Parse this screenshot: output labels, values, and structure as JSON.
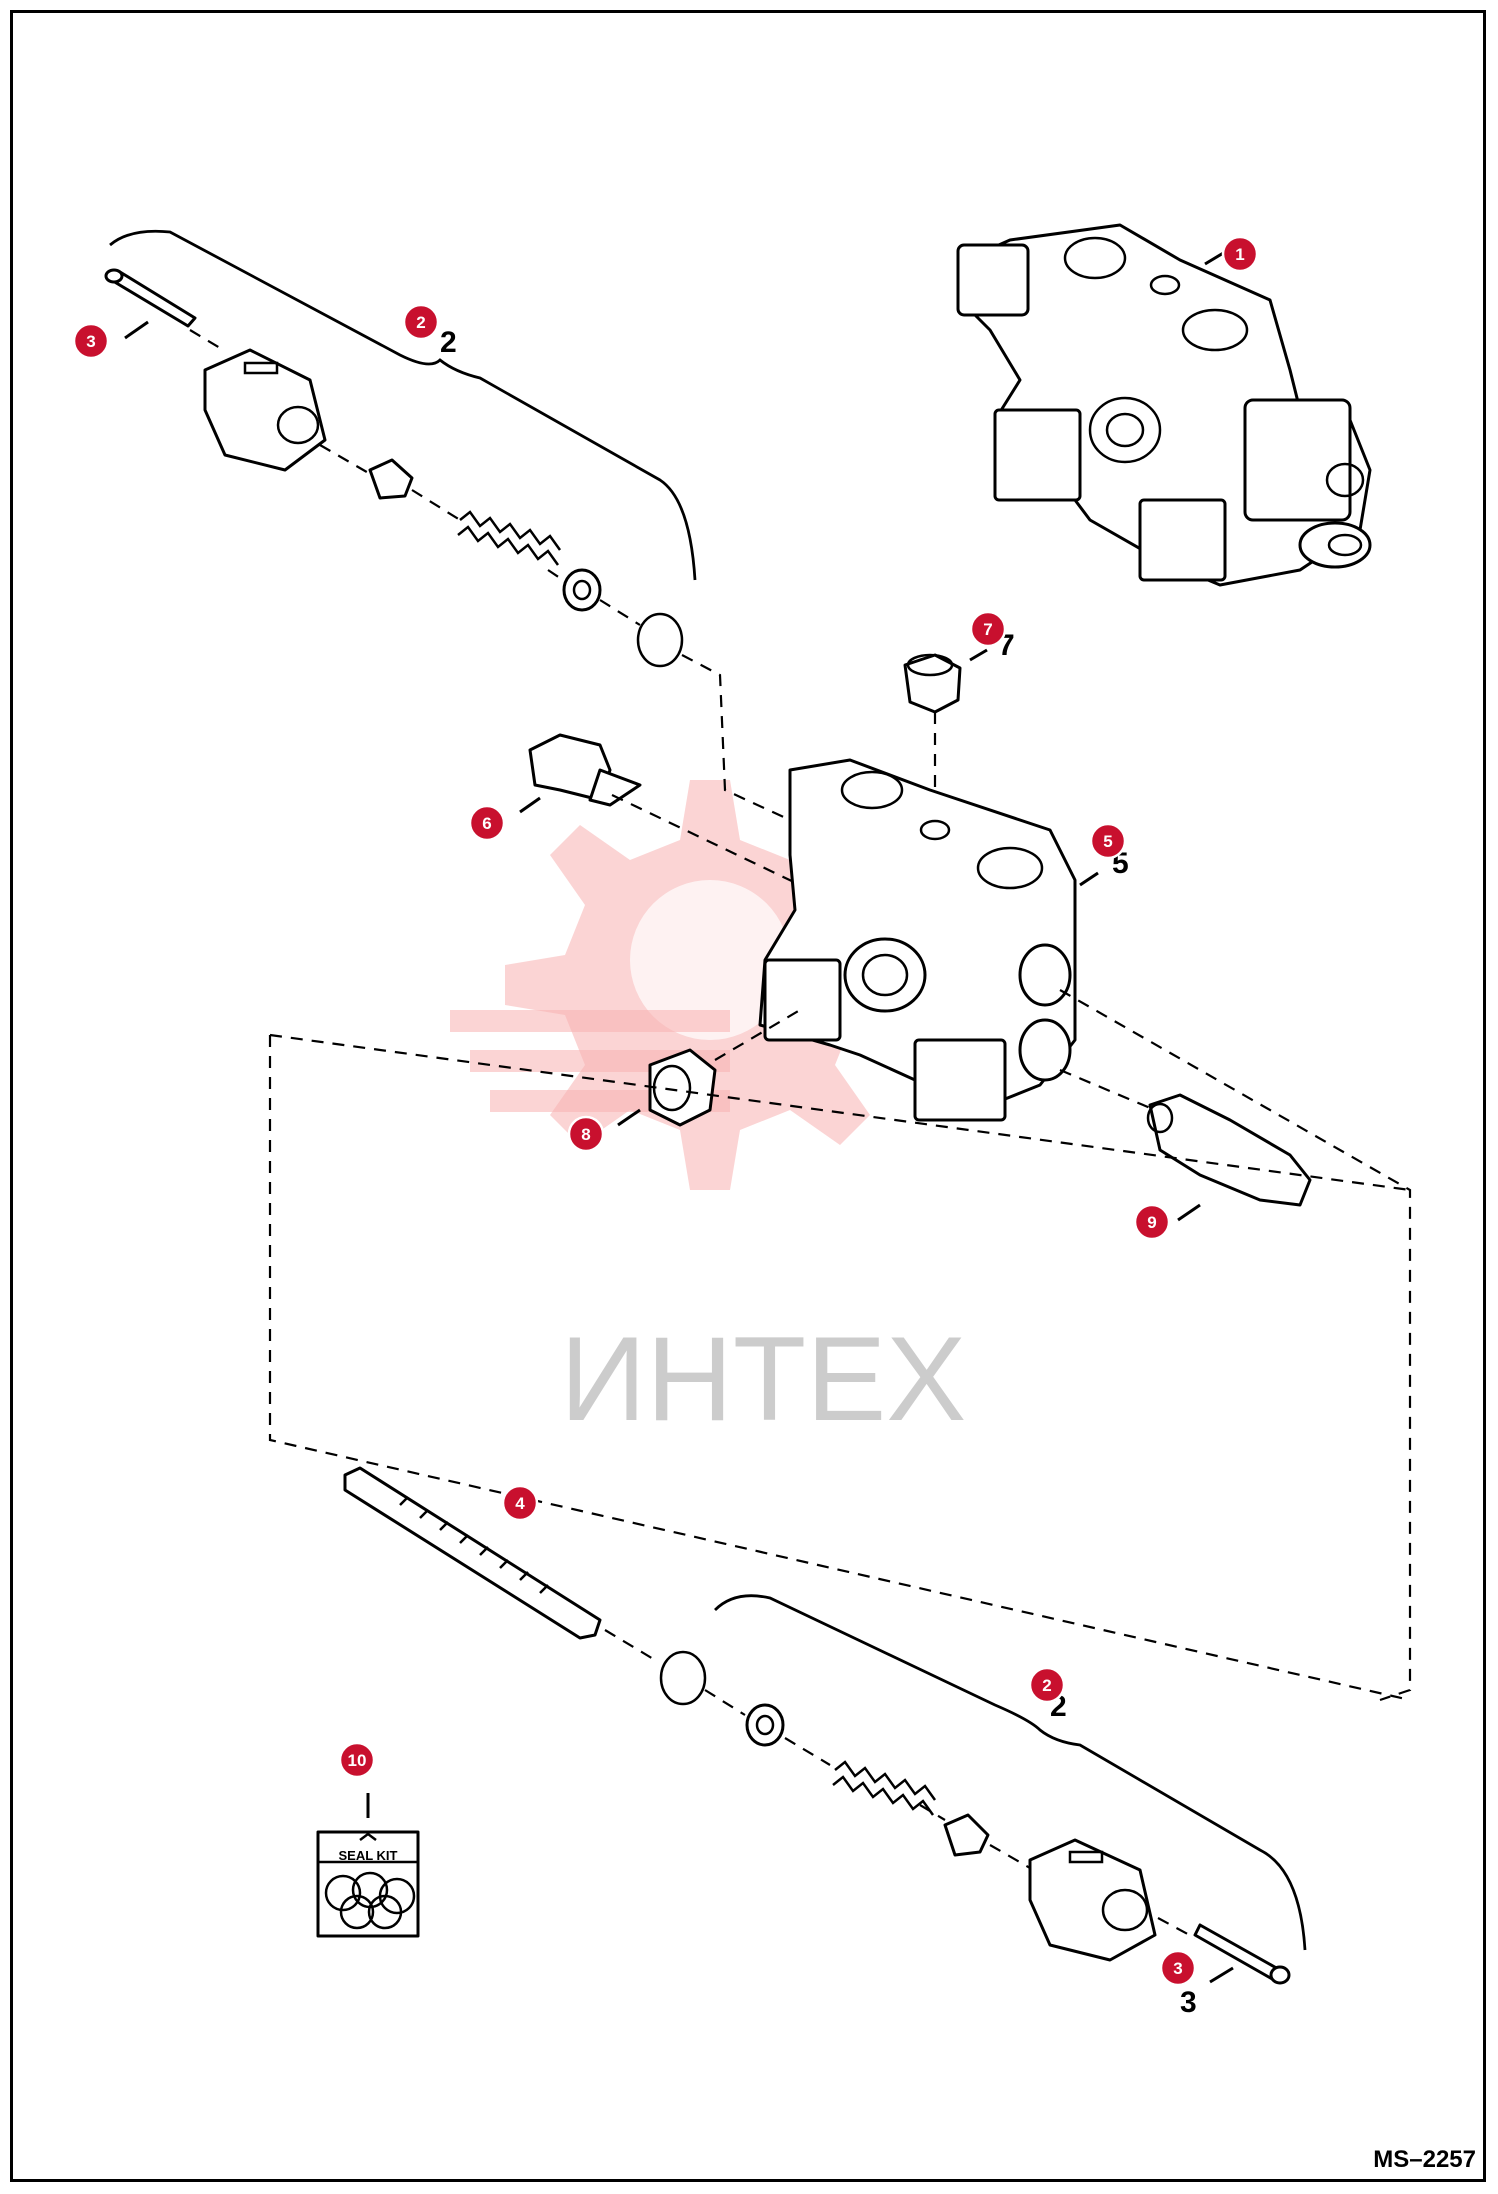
{
  "watermark": {
    "text": "ИНТЕХ",
    "color": "#f7b0b0"
  },
  "drawing_code": "MS–2257",
  "callout_color": "#c8102e",
  "callouts": [
    {
      "id": "c1",
      "label": "1"
    },
    {
      "id": "c2a",
      "label": "2"
    },
    {
      "id": "c2b",
      "label": "2"
    },
    {
      "id": "c3a",
      "label": "3"
    },
    {
      "id": "c3b",
      "label": "3"
    },
    {
      "id": "c4",
      "label": "4"
    },
    {
      "id": "c5",
      "label": "5"
    },
    {
      "id": "c6",
      "label": "6"
    },
    {
      "id": "c7",
      "label": "7"
    },
    {
      "id": "c8",
      "label": "8"
    },
    {
      "id": "c9",
      "label": "9"
    },
    {
      "id": "c10",
      "label": "10"
    }
  ],
  "ref_numbers": [
    {
      "id": "r2a",
      "label": "2"
    },
    {
      "id": "r5",
      "label": "5"
    },
    {
      "id": "r7",
      "label": "7"
    },
    {
      "id": "r2b",
      "label": "2"
    },
    {
      "id": "r3b",
      "label": "3"
    }
  ],
  "seal_kit": {
    "label": "SEAL KIT"
  }
}
